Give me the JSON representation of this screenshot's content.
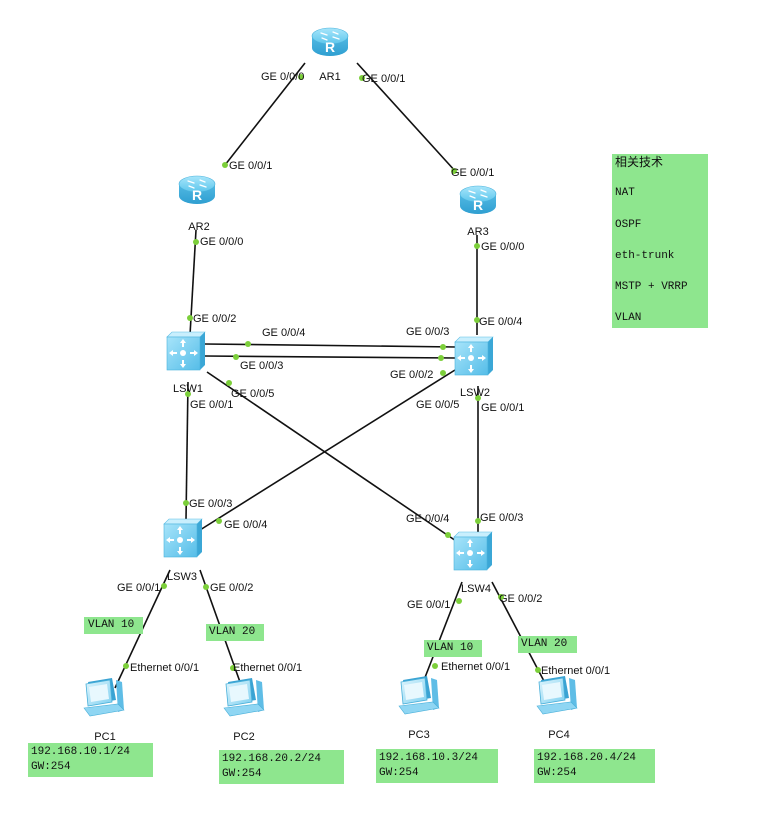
{
  "devices": {
    "AR1": "AR1",
    "AR2": "AR2",
    "AR3": "AR3",
    "LSW1": "LSW1",
    "LSW2": "LSW2",
    "LSW3": "LSW3",
    "LSW4": "LSW4",
    "PC1": "PC1",
    "PC2": "PC2",
    "PC3": "PC3",
    "PC4": "PC4"
  },
  "ports": {
    "ar1_ge000": "GE 0/0/0",
    "ar1_ge001": "GE 0/0/1",
    "ar2_ge001": "GE 0/0/1",
    "ar2_ge000": "GE 0/0/0",
    "ar3_ge001": "GE 0/0/1",
    "ar3_ge000": "GE 0/0/0",
    "lsw1_ge002": "GE 0/0/2",
    "lsw1_ge004": "GE 0/0/4",
    "lsw1_ge003": "GE 0/0/3",
    "lsw1_ge005": "GE 0/0/5",
    "lsw1_ge001": "GE 0/0/1",
    "lsw2_ge004": "GE 0/0/4",
    "lsw2_ge003": "GE 0/0/3",
    "lsw2_ge002": "GE 0/0/2",
    "lsw2_ge005": "GE 0/0/5",
    "lsw2_ge001": "GE 0/0/1",
    "lsw3_ge003": "GE 0/0/3",
    "lsw3_ge004": "GE 0/0/4",
    "lsw3_ge001": "GE 0/0/1",
    "lsw3_ge002": "GE 0/0/2",
    "lsw4_ge004": "GE 0/0/4",
    "lsw4_ge003": "GE 0/0/3",
    "lsw4_ge001": "GE 0/0/1",
    "lsw4_ge002": "GE 0/0/2",
    "pc1_eth": "Ethernet 0/0/1",
    "pc2_eth": "Ethernet 0/0/1",
    "pc3_eth": "Ethernet 0/0/1",
    "pc4_eth": "Ethernet 0/0/1"
  },
  "vlans": {
    "pc1": "VLAN 10",
    "pc2": "VLAN 20",
    "pc3": "VLAN 10",
    "pc4": "VLAN 20"
  },
  "pc_info": {
    "pc1": {
      "ip": "192.168.10.1/24",
      "gw": "GW:254"
    },
    "pc2": {
      "ip": "192.168.20.2/24",
      "gw": "GW:254"
    },
    "pc3": {
      "ip": "192.168.10.3/24",
      "gw": "GW:254"
    },
    "pc4": {
      "ip": "192.168.20.4/24",
      "gw": "GW:254"
    }
  },
  "tech_box": {
    "title": "相关技术",
    "items": [
      "NAT",
      "OSPF",
      "eth-trunk",
      "MSTP + VRRP",
      "VLAN"
    ]
  },
  "colors": {
    "router": "#5fc8ec",
    "switch": "#62c6ee",
    "pc": "#6fc9ee",
    "port_dot": "#7ccf3a",
    "note_bg": "#8ee68e",
    "link": "#111111"
  }
}
